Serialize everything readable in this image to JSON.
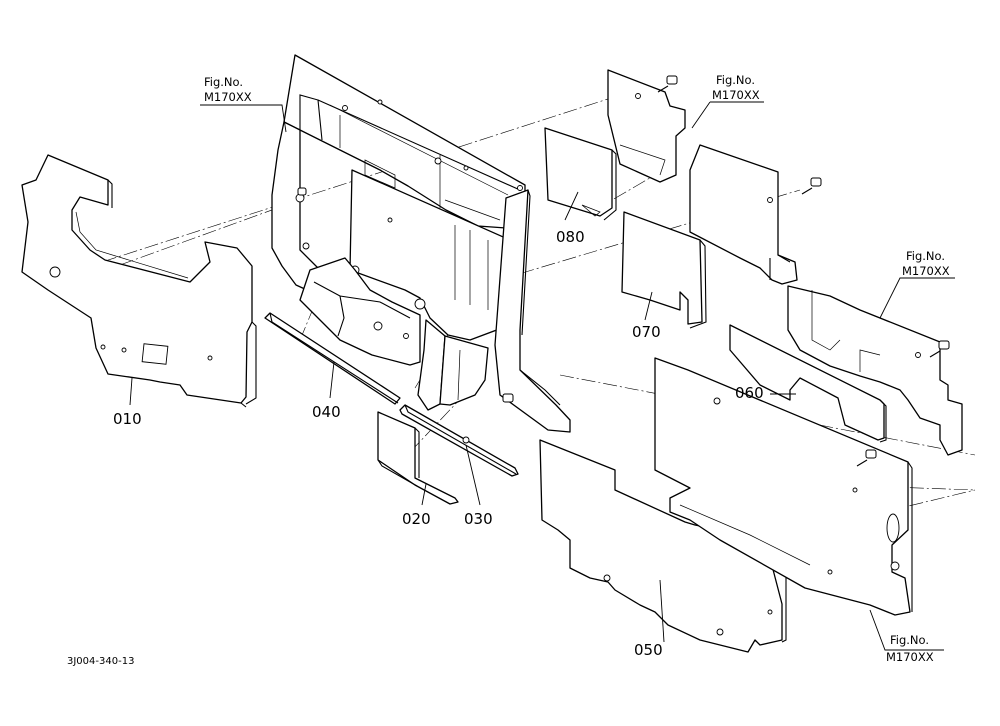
{
  "part_labels": {
    "p010": "010",
    "p020": "020",
    "p030": "030",
    "p040": "040",
    "p050": "050",
    "p060": "060",
    "p070": "070",
    "p080": "080"
  },
  "fig_refs": {
    "top_left": {
      "line1": "Fig.No.",
      "line2": "M170XX"
    },
    "top_right": {
      "line1": "Fig.No.",
      "line2": "M170XX"
    },
    "right": {
      "line1": "Fig.No.",
      "line2": "M170XX"
    },
    "bottom": {
      "line1": "Fig.No.",
      "line2": "M170XX"
    }
  },
  "drawing_code": "3J004-340-13"
}
